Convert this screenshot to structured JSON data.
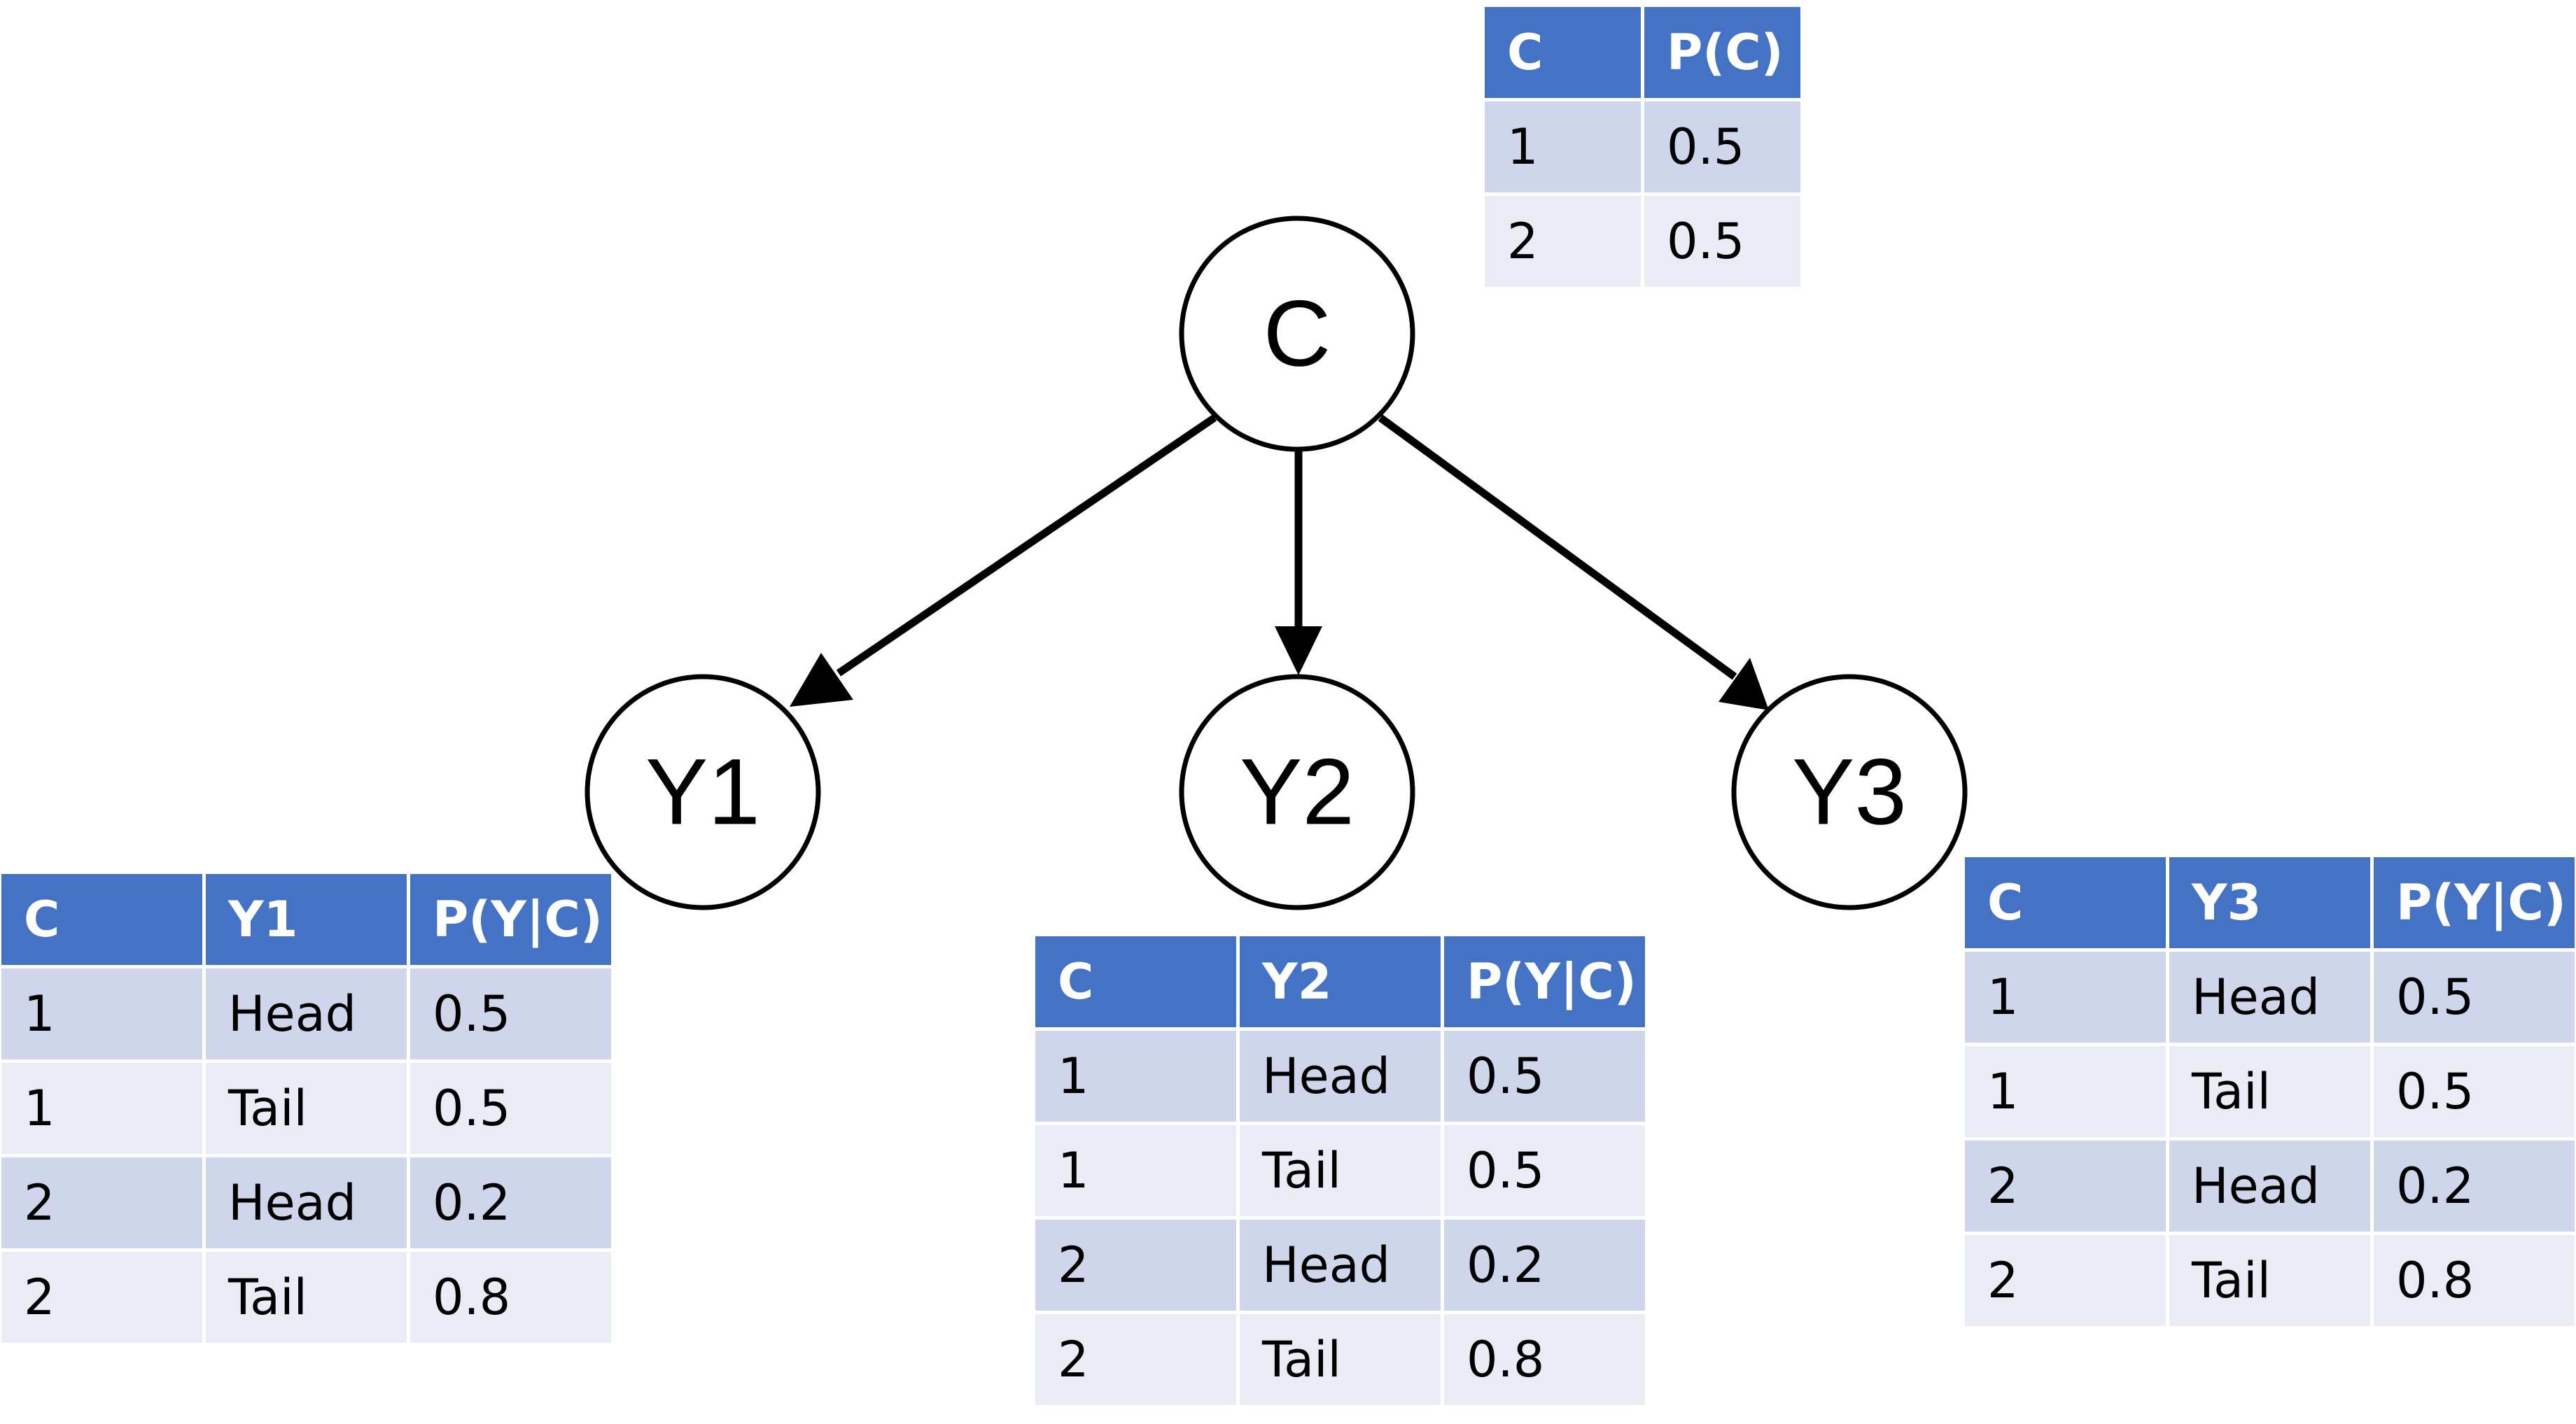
{
  "nodes": {
    "c": "C",
    "y1": "Y1",
    "y2": "Y2",
    "y3": "Y3"
  },
  "colors": {
    "header": "#4472c4",
    "row_dark": "#cfd5ea",
    "row_light": "#e9ebf5",
    "edge": "#000000"
  },
  "tables": {
    "pc": {
      "headers": [
        "C",
        "P(C)"
      ],
      "rows": [
        [
          "1",
          "0.5"
        ],
        [
          "2",
          "0.5"
        ]
      ]
    },
    "y1": {
      "headers": [
        "C",
        "Y1",
        "P(Y|C)"
      ],
      "rows": [
        [
          "1",
          "Head",
          "0.5"
        ],
        [
          "1",
          "Tail",
          "0.5"
        ],
        [
          "2",
          "Head",
          "0.2"
        ],
        [
          "2",
          "Tail",
          "0.8"
        ]
      ]
    },
    "y2": {
      "headers": [
        "C",
        "Y2",
        "P(Y|C)"
      ],
      "rows": [
        [
          "1",
          "Head",
          "0.5"
        ],
        [
          "1",
          "Tail",
          "0.5"
        ],
        [
          "2",
          "Head",
          "0.2"
        ],
        [
          "2",
          "Tail",
          "0.8"
        ]
      ]
    },
    "y3": {
      "headers": [
        "C",
        "Y3",
        "P(Y|C)"
      ],
      "rows": [
        [
          "1",
          "Head",
          "0.5"
        ],
        [
          "1",
          "Tail",
          "0.5"
        ],
        [
          "2",
          "Head",
          "0.2"
        ],
        [
          "2",
          "Tail",
          "0.8"
        ]
      ]
    }
  }
}
